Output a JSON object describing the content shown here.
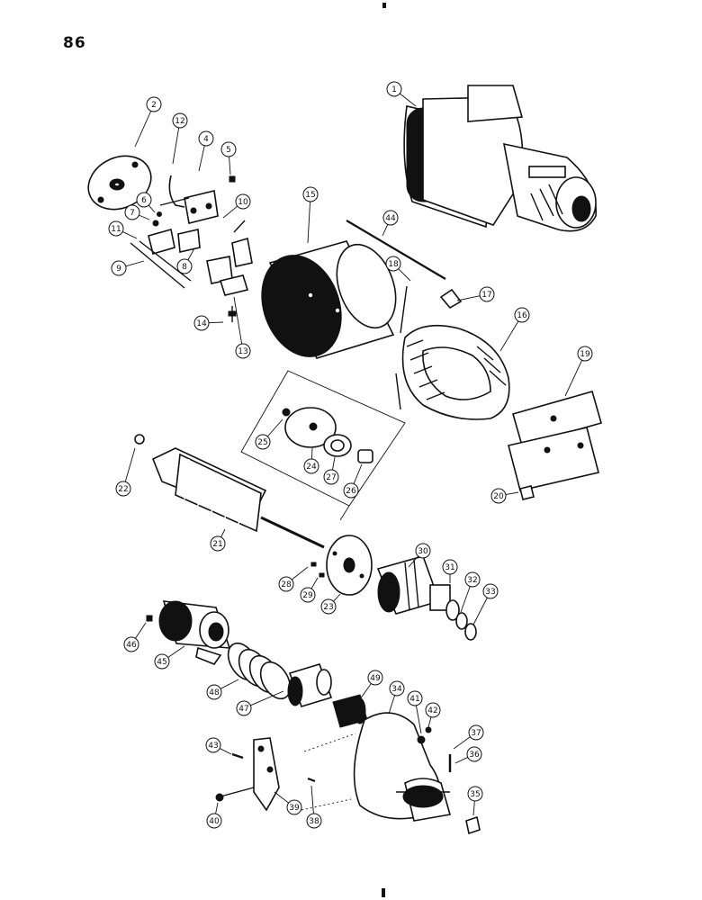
{
  "page": {
    "number": "86"
  },
  "callouts": [
    "1",
    "2",
    "4",
    "5",
    "6",
    "7",
    "8",
    "9",
    "10",
    "11",
    "12",
    "13",
    "14",
    "15",
    "16",
    "17",
    "18",
    "19",
    "20",
    "21",
    "22",
    "23",
    "24",
    "25",
    "26",
    "27",
    "28",
    "29",
    "30",
    "31",
    "32",
    "33",
    "34",
    "35",
    "36",
    "37",
    "38",
    "39",
    "40",
    "41",
    "42",
    "43",
    "44",
    "45",
    "46",
    "47",
    "48",
    "49"
  ]
}
